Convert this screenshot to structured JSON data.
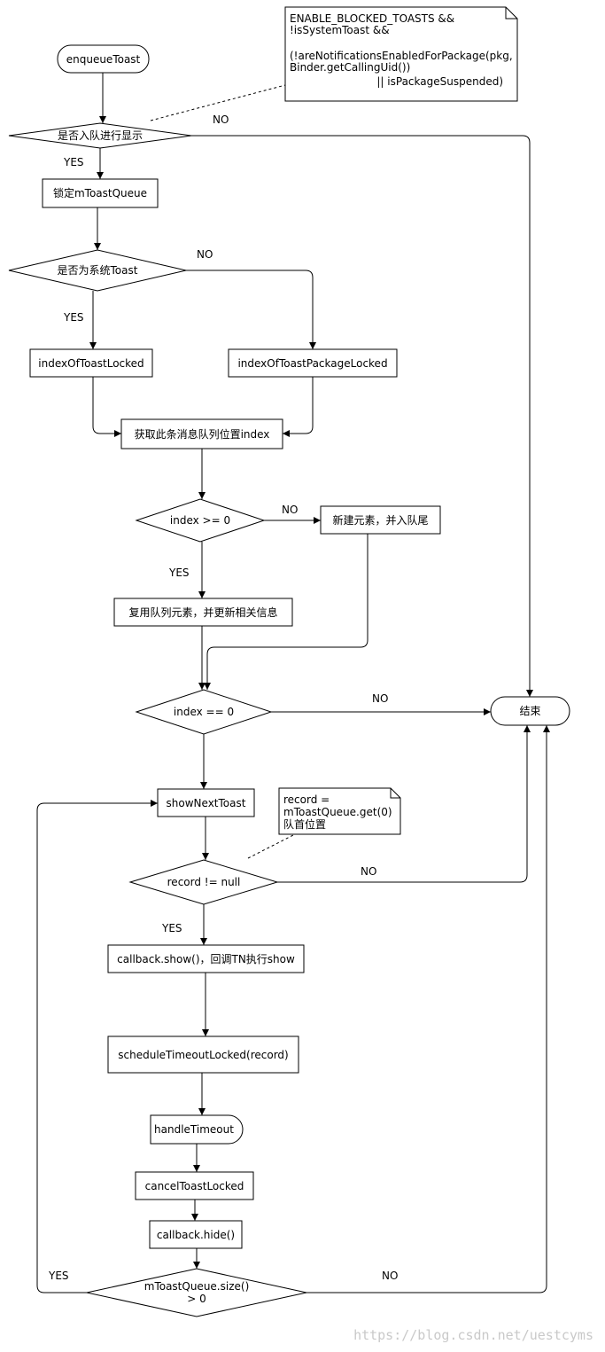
{
  "nodes": {
    "enqueue": "enqueueToast",
    "dec_enqueue": "是否入队进行显示",
    "lock_queue": "锁定mToastQueue",
    "dec_system": "是否为系统Toast",
    "index_toast": "indexOfToastLocked",
    "index_package": "indexOfToastPackageLocked",
    "get_index": "获取此条消息队列位置index",
    "dec_index_ge": "index >= 0",
    "new_elem": "新建元素，并入队尾",
    "reuse": "复用队列元素，并更新相关信息",
    "dec_index_eq": "index == 0",
    "end": "结束",
    "show_next": "showNextToast",
    "dec_record": "record != null",
    "callback_show": "callback.show()，回调TN执行show",
    "schedule": "scheduleTimeoutLocked(record)",
    "handle_timeout": "handleTimeout",
    "cancel": "cancelToastLocked",
    "callback_hide": "callback.hide()",
    "dec_size_l1": "mToastQueue.size()",
    "dec_size_l2": "> 0"
  },
  "notes": {
    "enqueue_condition": [
      "ENABLE_BLOCKED_TOASTS &&",
      "!isSystemToast &&",
      "",
      "(!areNotificationsEnabledForPackage(pkg,",
      "Binder.getCallingUid())",
      "|| isPackageSuspended)"
    ],
    "record": [
      "record =",
      "mToastQueue.get(0)",
      "队首位置"
    ]
  },
  "edge_labels": {
    "enqueue_no": "NO",
    "enqueue_yes": "YES",
    "system_no": "NO",
    "system_yes": "YES",
    "index_ge_no": "NO",
    "index_ge_yes": "YES",
    "index_eq_no": "NO",
    "record_no": "NO",
    "record_yes": "YES",
    "size_yes": "YES",
    "size_no": "NO"
  },
  "watermark": "https://blog.csdn.net/uestcyms"
}
